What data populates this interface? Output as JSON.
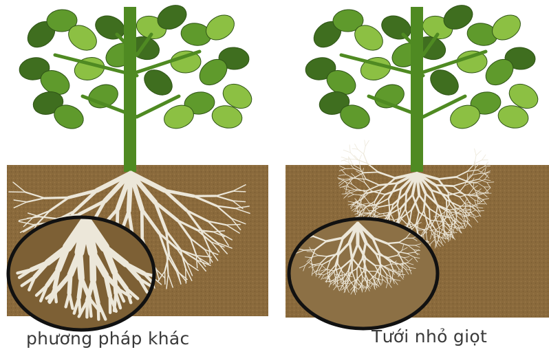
{
  "panels": [
    {
      "caption": "phương pháp khác",
      "root_style": "deep-sparse"
    },
    {
      "caption": "Tưới nhỏ giọt",
      "root_style": "shallow-dense"
    }
  ],
  "colors": {
    "leaf_dark": "#3f6e1f",
    "leaf_mid": "#5f9a2c",
    "leaf_light": "#8cc043",
    "stem": "#4f8a22",
    "soil": "#8a6a3c",
    "soil_dark": "#6f5230",
    "root": "#ece7d9",
    "circle_border": "#111111",
    "caption_text": "#3a3a3a"
  }
}
